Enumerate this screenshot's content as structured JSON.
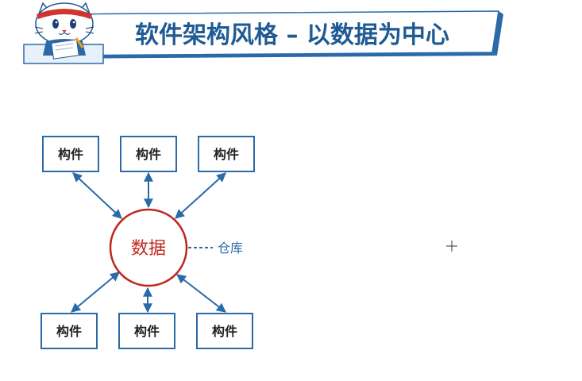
{
  "header": {
    "title": "软件架构风格 – 以数据为中心"
  },
  "diagram": {
    "center_label": "数据",
    "center_annotation": "仓库",
    "components": [
      {
        "label": "构件"
      },
      {
        "label": "构件"
      },
      {
        "label": "构件"
      },
      {
        "label": "构件"
      },
      {
        "label": "构件"
      },
      {
        "label": "构件"
      }
    ]
  },
  "colors": {
    "title_text": "#1f5a94",
    "box_border": "#2b6aa8",
    "arrow": "#2b6aa8",
    "circle_border": "#c0261c",
    "circle_text": "#c0261c",
    "annotation": "#2b6aa8"
  },
  "cursor": {
    "icon": "crosshair-cursor-icon"
  }
}
